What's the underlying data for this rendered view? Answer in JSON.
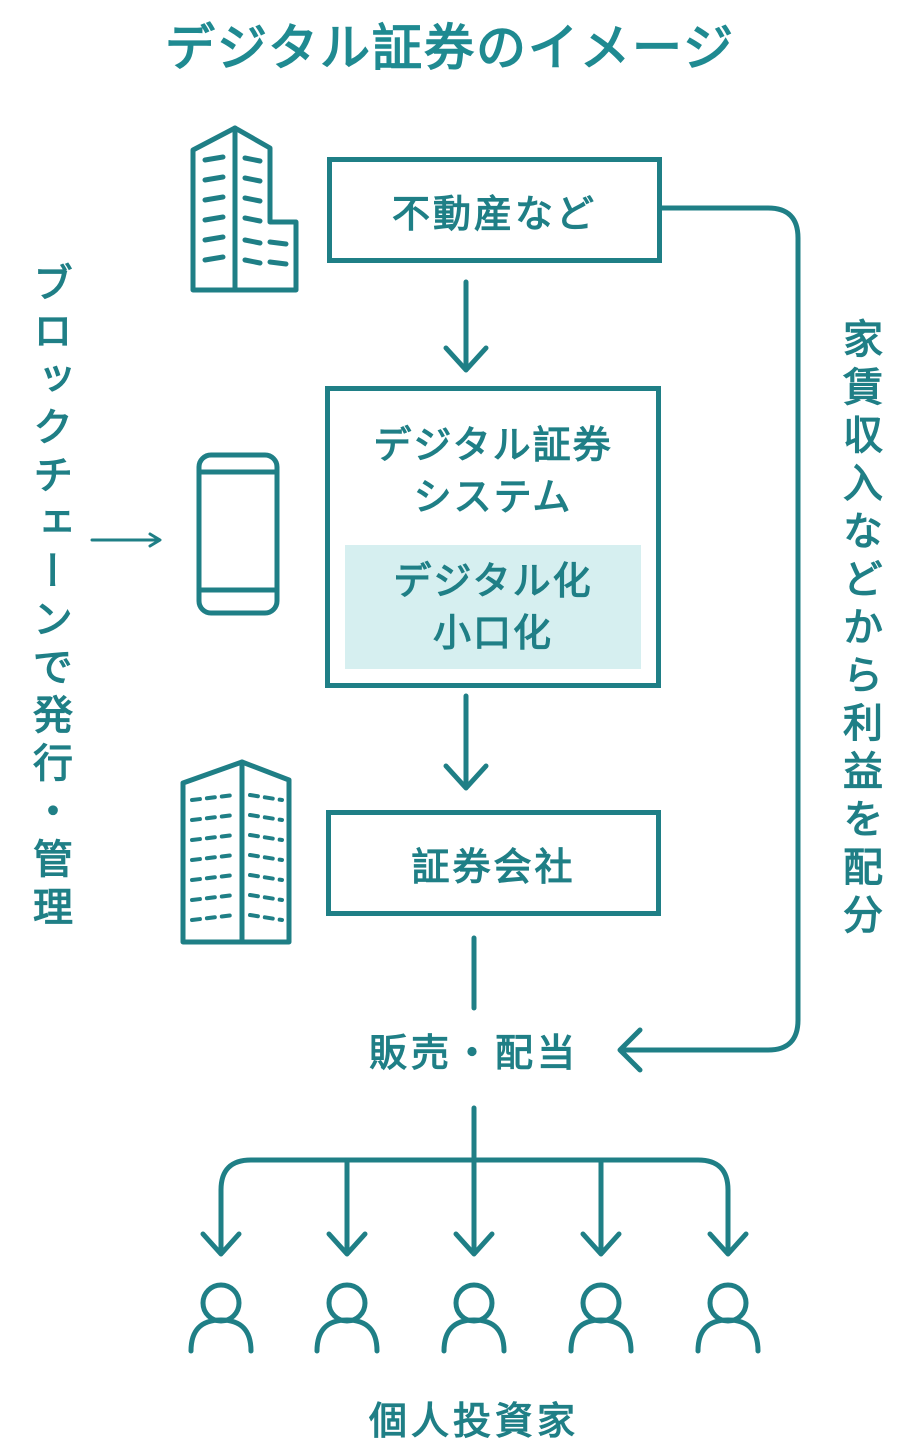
{
  "title": "デジタル証券のイメージ",
  "nodes": {
    "asset": "不動産など",
    "system_title_line1": "デジタル証券",
    "system_title_line2": "システム",
    "system_inner_line1": "デジタル化",
    "system_inner_line2": "小口化",
    "securities_company": "証券会社",
    "sales_distribution": "販売・配当",
    "individual_investors": "個人投資家"
  },
  "side_labels": {
    "left": "ブロックチェーンで発行・管理",
    "right": "家賃収入などから利益を配分"
  },
  "investor_count": 5,
  "colors": {
    "accent": "#1f7f86",
    "inner_fill": "#d6eff0"
  }
}
